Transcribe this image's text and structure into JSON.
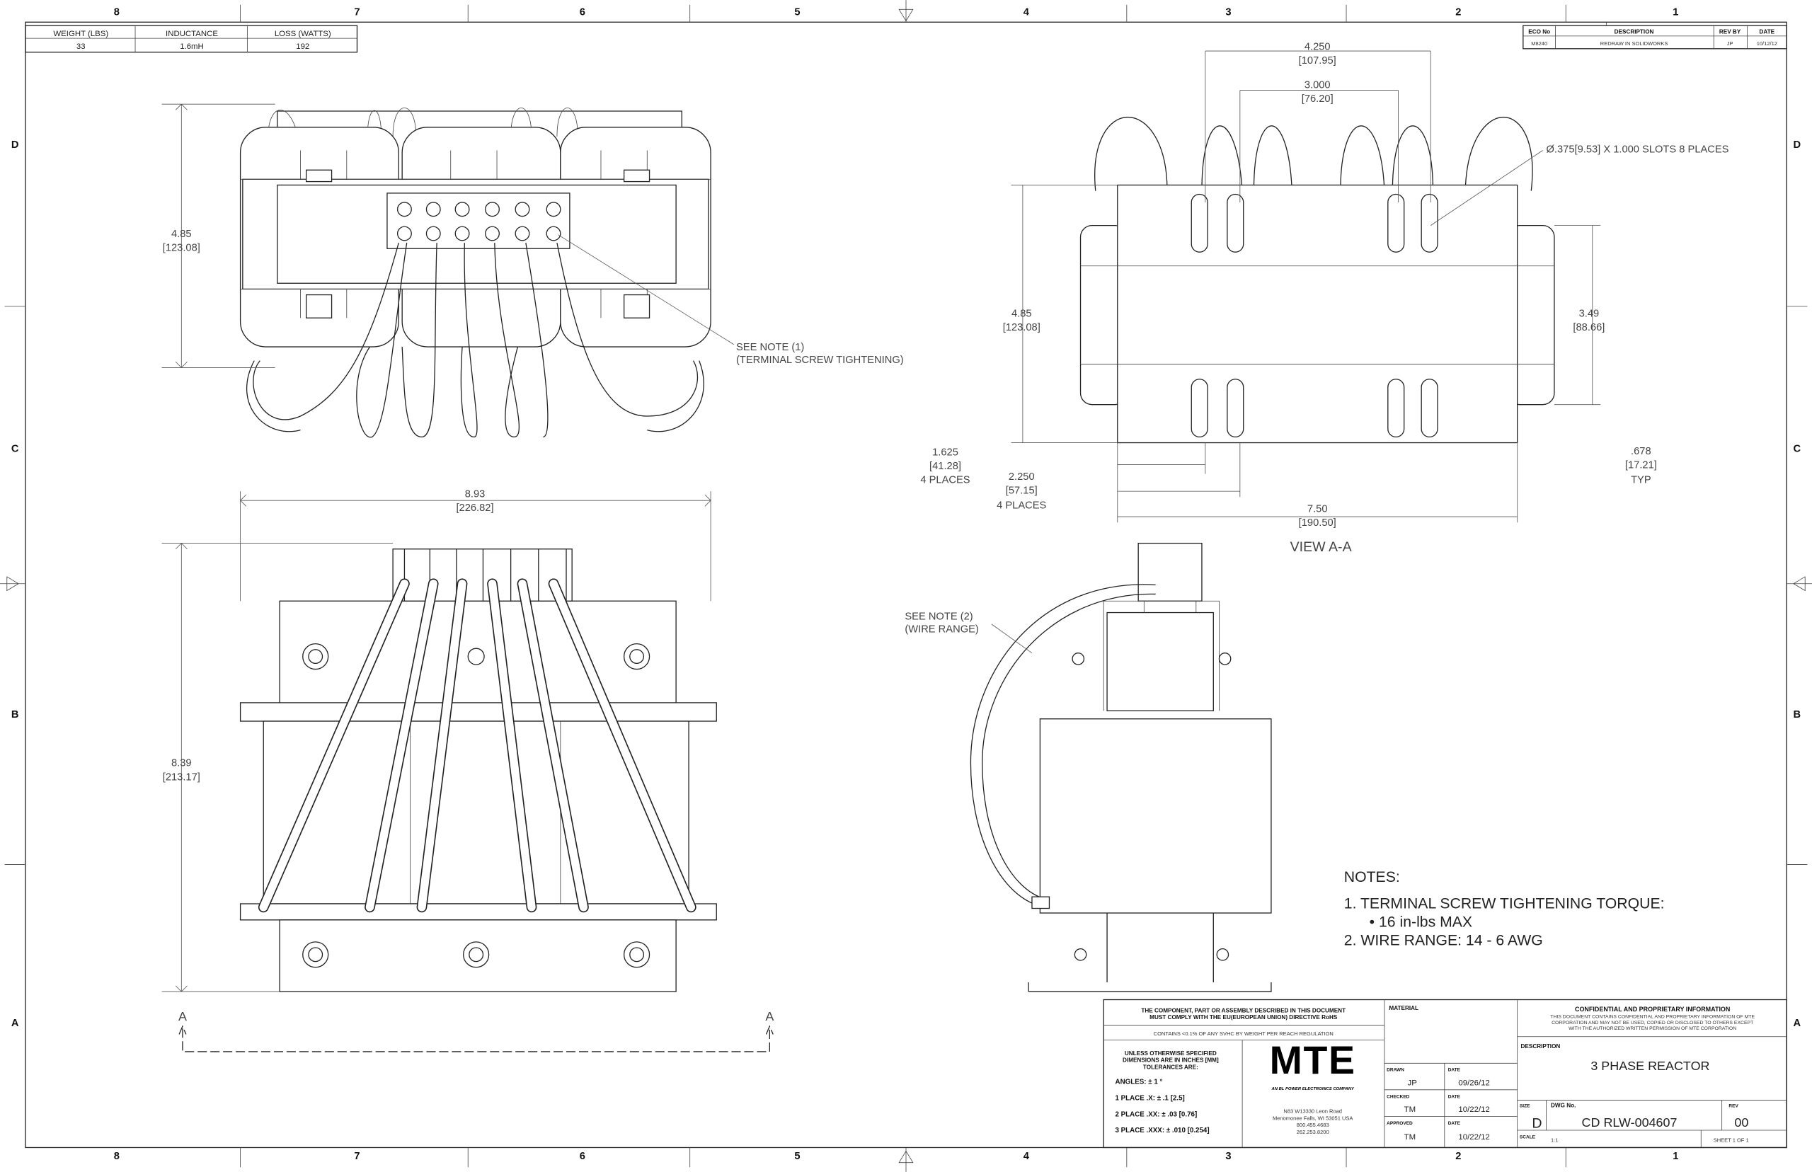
{
  "zones": {
    "columns": [
      "8",
      "7",
      "6",
      "5",
      "4",
      "3",
      "2",
      "1"
    ],
    "rows": [
      "D",
      "C",
      "B",
      "A"
    ]
  },
  "spec_table": {
    "headers": [
      "WEIGHT (LBS)",
      "INDUCTANCE",
      "LOSS (WATTS)"
    ],
    "values": [
      "33",
      "1.6mH",
      "192"
    ]
  },
  "revision_table": {
    "headers": [
      "ECO No",
      "DESCRIPTION",
      "REV BY",
      "DATE"
    ],
    "row": [
      "M8240",
      "REDRAW IN SOLIDWORKS",
      "JP",
      "10/12/12"
    ]
  },
  "top_view": {
    "height_in": "4.85",
    "height_mm": "[123.08]",
    "note1_a": "SEE NOTE (1)",
    "note1_b": "(TERMINAL SCREW TIGHTENING)"
  },
  "front_view": {
    "width_in": "8.93",
    "width_mm": "[226.82]",
    "height_in": "8.39",
    "height_mm": "[213.17]",
    "section_label": "A"
  },
  "view_aa": {
    "title": "VIEW A-A",
    "d1_in": "4.250",
    "d1_mm": "[107.95]",
    "d2_in": "3.000",
    "d2_mm": "[76.20]",
    "slot_note": "Ø.375[9.53] X 1.000 SLOTS 8 PLACES",
    "h_in": "4.85",
    "h_mm": "[123.08]",
    "h2_in": "3.49",
    "h2_mm": "[88.66]",
    "a_in": "1.625",
    "a_mm": "[41.28]",
    "a_note": "4 PLACES",
    "b_in": "2.250",
    "b_mm": "[57.15]",
    "b_note": "4 PLACES",
    "w_in": "7.50",
    "w_mm": "[190.50]",
    "c_in": ".678",
    "c_mm": "[17.21]",
    "c_note": "TYP"
  },
  "side_view": {
    "note2_a": "SEE NOTE (2)",
    "note2_b": "(WIRE RANGE)"
  },
  "notes": {
    "title": "NOTES:",
    "items": [
      "1.  TERMINAL SCREW TIGHTENING TORQUE:",
      "•   16 in-lbs MAX",
      "2.  WIRE RANGE: 14 - 6 AWG"
    ]
  },
  "title_block": {
    "rohs_1": "THE COMPONENT, PART OR ASSEMBLY DESCRIBED IN THIS DOCUMENT",
    "rohs_2": "MUST COMPLY WITH THE EU(EUROPEAN UNION) DIRECTIVE RoHS",
    "reach": "CONTAINS <0.1% OF ANY SVHC BY WEIGHT PER REACH REGULATION",
    "tol_1": "UNLESS OTHERWISE SPECIFIED",
    "tol_2": "DIMENSIONS ARE IN INCHES [MM]",
    "tol_3": "TOLERANCES ARE:",
    "angles": "ANGLES: ± 1 °",
    "place1": "1 PLACE .X: ± .1 [2.5]",
    "place2": "2 PLACE .XX: ± .03 [0.76]",
    "place3": "3 PLACE .XXX: ± .010 [0.254]",
    "logo": "MTE",
    "logo_sub": "AN BL POWER ELECTRONICS COMPANY",
    "addr_1": "N83 W13330 Leon Road",
    "addr_2": "Menomonee Falls, WI 53051 USA",
    "phone_1": "800.455.4683",
    "phone_2": "262.253.8200",
    "material_label": "MATERIAL",
    "drawn_label": "DRAWN",
    "drawn": "JP",
    "drawn_date": "09/26/12",
    "checked_label": "CHECKED",
    "checked": "TM",
    "checked_date": "10/22/12",
    "approved_label": "APPROVED",
    "approved": "TM",
    "approved_date": "10/22/12",
    "date_label": "DATE",
    "conf_title": "CONFIDENTIAL AND PROPRIETARY INFORMATION",
    "conf_1": "THIS DOCUMENT CONTAINS CONFIDENTIAL AND PROPRIETARY INFORMATION OF MTE",
    "conf_2": "CORPORATION AND MAY NOT BE USED, COPIED OR DISCLOSED TO OTHERS EXCEPT",
    "conf_3": "WITH THE AUTHORIZED WRITTEN PERMISSION OF MTE CORPORATION",
    "description_label": "DESCRIPTION",
    "description": "3 PHASE REACTOR",
    "size_label": "SIZE",
    "size": "D",
    "dwg_label": "DWG No.",
    "dwg_no": "CD RLW-004607",
    "rev_label": "REV",
    "rev": "00",
    "scale_label": "SCALE",
    "scale": "1:1",
    "sheet": "SHEET 1  OF 1"
  }
}
